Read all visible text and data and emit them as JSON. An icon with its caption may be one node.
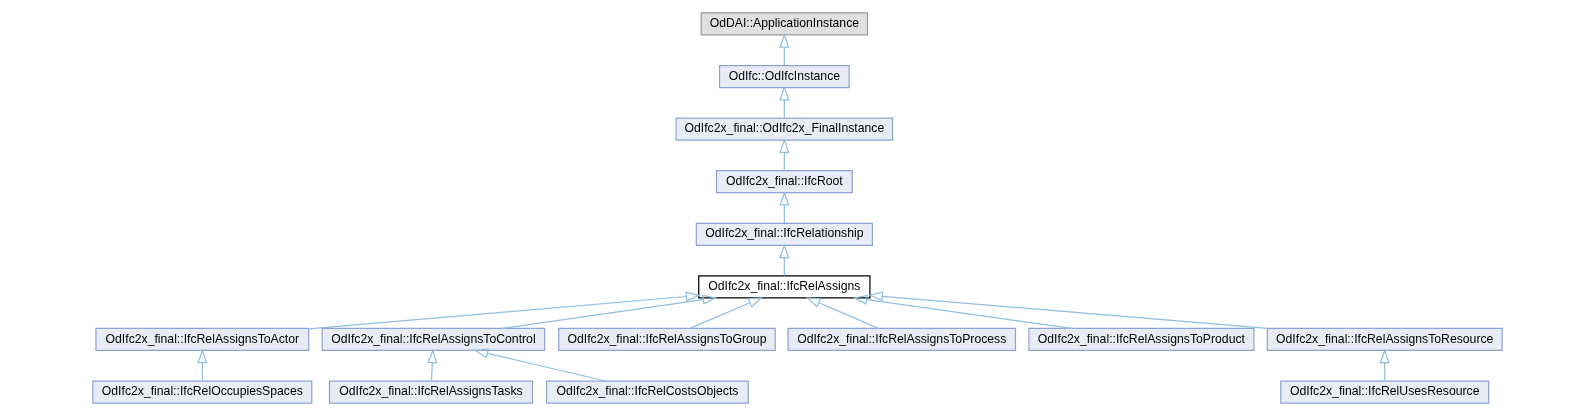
{
  "diagram": {
    "nodes": [
      {
        "text": [
          "OdDAI::ApplicationInstance"
        ]
      },
      {
        "text": [
          "OdIfc::OdIfcInstance"
        ]
      },
      {
        "text": [
          "OdIfc2x_final::OdIfc2x_FinalInstance"
        ]
      },
      {
        "text": [
          "OdIfc2x_final::IfcRoot"
        ]
      },
      {
        "text": [
          "OdIfc2x_final::IfcRelationship"
        ]
      },
      {
        "text": [
          "OdIfc2x_final::IfcRelAssigns"
        ]
      },
      {
        "text": [
          "OdIfc2x_final::IfcRelAssignsToActor"
        ]
      },
      {
        "text": [
          "OdIfc2x_final::IfcRelAssignsToControl"
        ]
      },
      {
        "text": [
          "OdIfc2x_final::IfcRelAssignsToGroup"
        ]
      },
      {
        "text": [
          "OdIfc2x_final::IfcRelAssignsToProcess"
        ]
      },
      {
        "text": [
          "OdIfc2x_final::IfcRelAssignsToProduct"
        ]
      },
      {
        "text": [
          "OdIfc2x_final::IfcRelAssignsToResource"
        ]
      },
      {
        "text": [
          "OdIfc2x_final::IfcRelOccupiesSpaces"
        ]
      },
      {
        "text": [
          "OdIfc2x_final::IfcRelAssignsTasks"
        ]
      },
      {
        "text": [
          "OdIfc2x_final::IfcRelCostsObjects"
        ]
      },
      {
        "text": [
          "OdIfc2x_final::IfcRelUsesResource"
        ]
      }
    ],
    "edges": [
      {
        "from": 1,
        "to": 0,
        "arrow": "to"
      },
      {
        "from": 2,
        "to": 1,
        "arrow": "to"
      },
      {
        "from": 3,
        "to": 2,
        "arrow": "to"
      },
      {
        "from": 4,
        "to": 3,
        "arrow": "to"
      },
      {
        "from": 5,
        "to": 4,
        "arrow": "to"
      },
      {
        "from": 6,
        "to": 5,
        "arrow": "to"
      },
      {
        "from": 7,
        "to": 5,
        "arrow": "to"
      },
      {
        "from": 8,
        "to": 5,
        "arrow": "to"
      },
      {
        "from": 9,
        "to": 5,
        "arrow": "to"
      },
      {
        "from": 10,
        "to": 5,
        "arrow": "to"
      },
      {
        "from": 11,
        "to": 5,
        "arrow": "to"
      },
      {
        "from": 12,
        "to": 6,
        "arrow": "to"
      },
      {
        "from": 13,
        "to": 7,
        "arrow": "to"
      },
      {
        "from": 14,
        "to": 7,
        "arrow": "to"
      },
      {
        "from": 15,
        "to": 11,
        "arrow": "to"
      }
    ]
  }
}
